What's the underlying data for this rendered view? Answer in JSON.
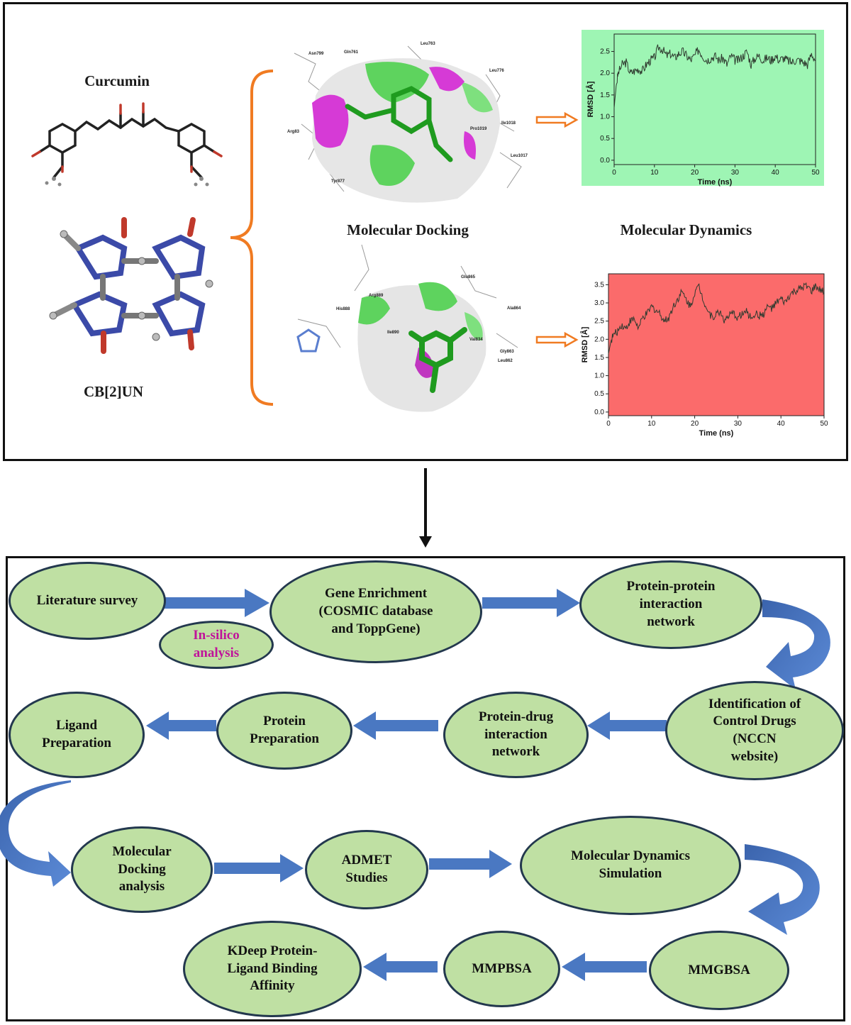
{
  "molecules": {
    "curcumin": "Curcumin",
    "cb2un": "CB[2]UN"
  },
  "sections": {
    "docking": "Molecular Docking",
    "dynamics": "Molecular Dynamics"
  },
  "docking_residues": {
    "top": [
      "Asn799",
      "Gln761",
      "Leu763",
      "Leu776",
      "Arg83",
      "Pro1019",
      "Ile1018",
      "Leu1017",
      "Tyr877"
    ],
    "bottom": [
      "Glu865",
      "Arg889",
      "His888",
      "Ala864",
      "Ile890",
      "Val834",
      "Gly863",
      "Leu862"
    ]
  },
  "colors": {
    "chart1_bg": "#9ef5b4",
    "chart2_bg": "#fb6b6b",
    "node_fill": "#bfe0a3",
    "node_border": "#23384e",
    "arrow_blue": "#4a78c2",
    "brace_orange": "#f07b22",
    "magenta_text": "#c0139a"
  },
  "chart_data": [
    {
      "type": "line",
      "xlabel": "Time (ns)",
      "ylabel": "RMSD [Å]",
      "xlim": [
        0,
        50
      ],
      "ylim": [
        -0.1,
        2.9
      ],
      "xticks": [
        "0",
        "10",
        "20",
        "30",
        "40",
        "50"
      ],
      "yticks": [
        "0.0",
        "0.5",
        "1.0",
        "1.5",
        "2.0",
        "2.5"
      ],
      "x": [
        0,
        0.5,
        1,
        2,
        3,
        4,
        5,
        6,
        7,
        8,
        9,
        10,
        11,
        12,
        13,
        14,
        15,
        16,
        17,
        18,
        19,
        20,
        21,
        22,
        23,
        24,
        25,
        26,
        27,
        28,
        29,
        30,
        31,
        32,
        33,
        34,
        35,
        36,
        37,
        38,
        39,
        40,
        41,
        42,
        43,
        44,
        45,
        46,
        47,
        48,
        49,
        50
      ],
      "values": [
        1.2,
        1.7,
        2.0,
        2.2,
        2.25,
        2.0,
        2.05,
        2.1,
        2.05,
        2.2,
        2.3,
        2.35,
        2.6,
        2.55,
        2.4,
        2.45,
        2.35,
        2.45,
        2.5,
        2.4,
        2.3,
        2.4,
        2.55,
        2.4,
        2.3,
        2.35,
        2.4,
        2.3,
        2.35,
        2.2,
        2.4,
        2.3,
        2.3,
        2.4,
        2.5,
        2.2,
        2.35,
        2.4,
        2.3,
        2.35,
        2.3,
        2.4,
        2.3,
        2.35,
        2.3,
        2.25,
        2.3,
        2.3,
        2.25,
        2.2,
        2.45,
        2.3
      ],
      "grid": false
    },
    {
      "type": "line",
      "xlabel": "Time (ns)",
      "ylabel": "RMSD [Å]",
      "xlim": [
        0,
        50
      ],
      "ylim": [
        -0.1,
        3.8
      ],
      "xticks": [
        "0",
        "10",
        "20",
        "30",
        "40",
        "50"
      ],
      "yticks": [
        "0.0",
        "0.5",
        "1.0",
        "1.5",
        "2.0",
        "2.5",
        "3.0",
        "3.5"
      ],
      "x": [
        0,
        0.5,
        1,
        2,
        3,
        4,
        5,
        6,
        7,
        8,
        9,
        10,
        11,
        12,
        13,
        14,
        15,
        16,
        17,
        18,
        19,
        20,
        21,
        22,
        23,
        24,
        25,
        26,
        27,
        28,
        29,
        30,
        31,
        32,
        33,
        34,
        35,
        36,
        37,
        38,
        39,
        40,
        41,
        42,
        43,
        44,
        45,
        46,
        47,
        48,
        49,
        50
      ],
      "values": [
        1.6,
        1.9,
        2.1,
        2.2,
        2.4,
        2.3,
        2.5,
        2.55,
        2.3,
        2.6,
        2.7,
        2.9,
        2.8,
        2.7,
        2.5,
        2.6,
        2.9,
        3.1,
        3.3,
        3.1,
        2.9,
        3.3,
        3.45,
        3.1,
        2.8,
        2.6,
        2.7,
        2.75,
        2.5,
        2.65,
        2.7,
        2.6,
        2.7,
        2.75,
        2.6,
        2.7,
        2.65,
        2.7,
        2.9,
        2.85,
        3.0,
        3.1,
        3.0,
        3.2,
        3.3,
        3.35,
        3.4,
        3.5,
        3.3,
        3.45,
        3.35,
        3.3
      ],
      "grid": false
    }
  ],
  "workflow": {
    "literature_survey": "Literature survey",
    "insilico": "In-silico\nanalysis",
    "gene_enrichment": "Gene Enrichment\n(COSMIC database\nand ToppGene)",
    "ppi_network": "Protein-protein\ninteraction\nnetwork",
    "control_drugs": "Identification of\nControl Drugs\n(NCCN\nwebsite)",
    "protein_drug": "Protein-drug\ninteraction\nnetwork",
    "protein_prep": "Protein\nPreparation",
    "ligand_prep": "Ligand\nPreparation",
    "docking_analysis": "Molecular\nDocking\nanalysis",
    "admet": "ADMET\nStudies",
    "md_simulation": "Molecular Dynamics\nSimulation",
    "mmgbsa": "MMGBSA",
    "mmpbsa": "MMPBSA",
    "kdeep": "KDeep Protein-\nLigand Binding\nAffinity"
  }
}
